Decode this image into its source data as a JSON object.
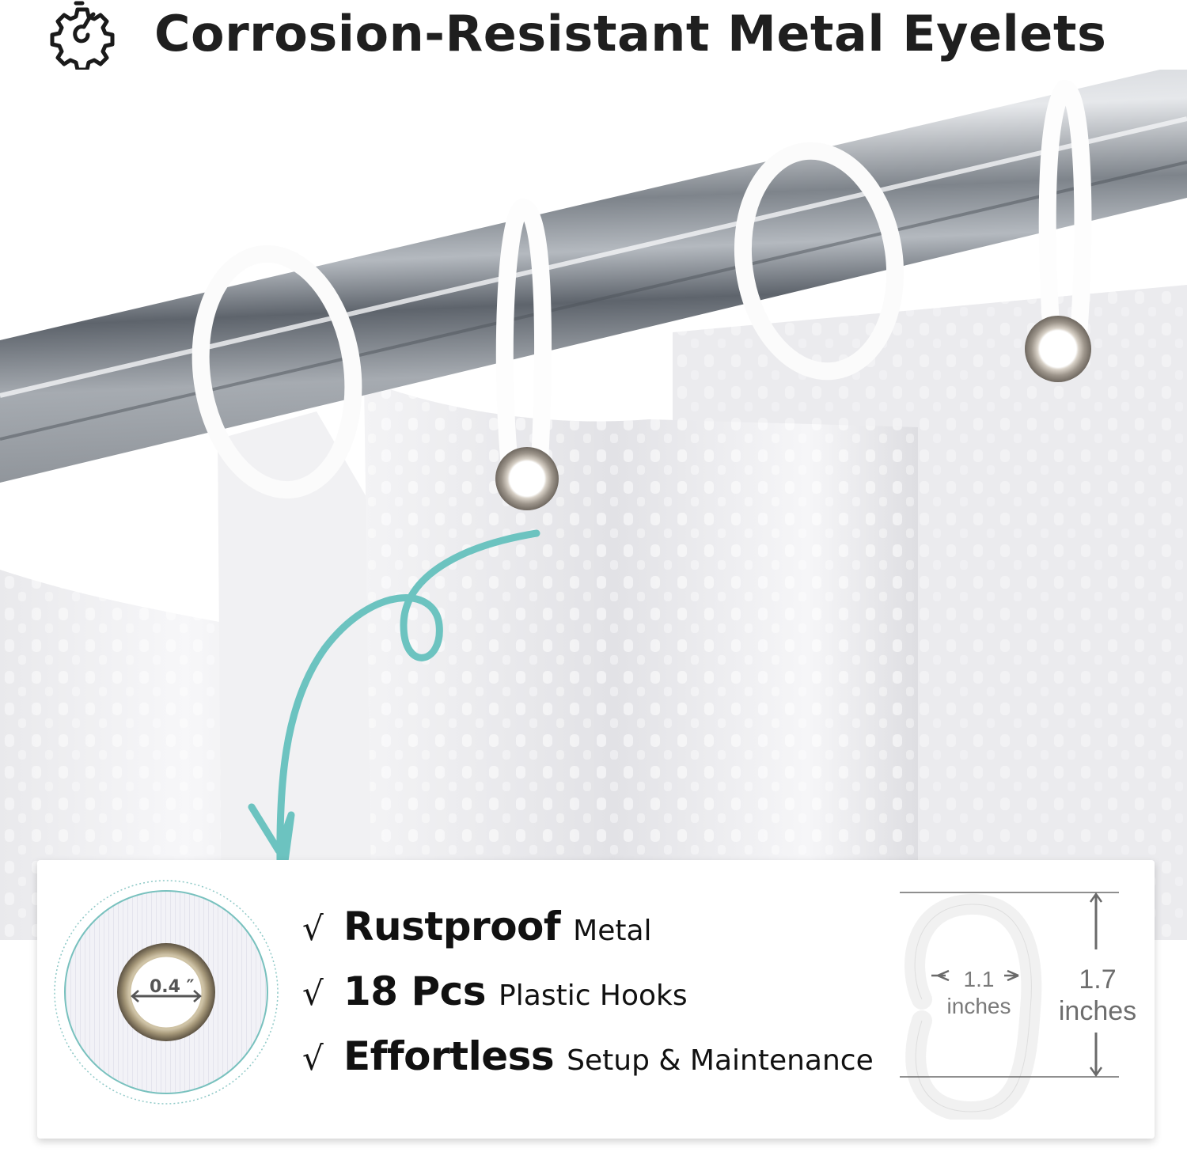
{
  "header": {
    "icon": "gear-icon",
    "title": "Corrosion-Resistant Metal Eyelets"
  },
  "scene": {
    "description": "Chrome shower rod with white plastic C-hooks holding white textured curtain with metal grommets",
    "arrow_color": "#6cc3c0"
  },
  "card": {
    "eyelet_label": "0.4 ″",
    "features": [
      {
        "check": "√",
        "bold": "Rustproof",
        "light": "Metal"
      },
      {
        "check": "√",
        "bold": "18 Pcs",
        "light": "Plastic Hooks"
      },
      {
        "check": "√",
        "bold": "Effortless",
        "light": "Setup & Maintenance"
      }
    ],
    "hook": {
      "width_value": "1.1",
      "width_unit": "inches",
      "height_value": "1.7",
      "height_unit": "inches"
    }
  },
  "colors": {
    "title": "#1f1f1f",
    "accent_teal": "#6cc3c0",
    "rod_chrome": "#9ea3a9",
    "dimension_gray": "#707070"
  }
}
